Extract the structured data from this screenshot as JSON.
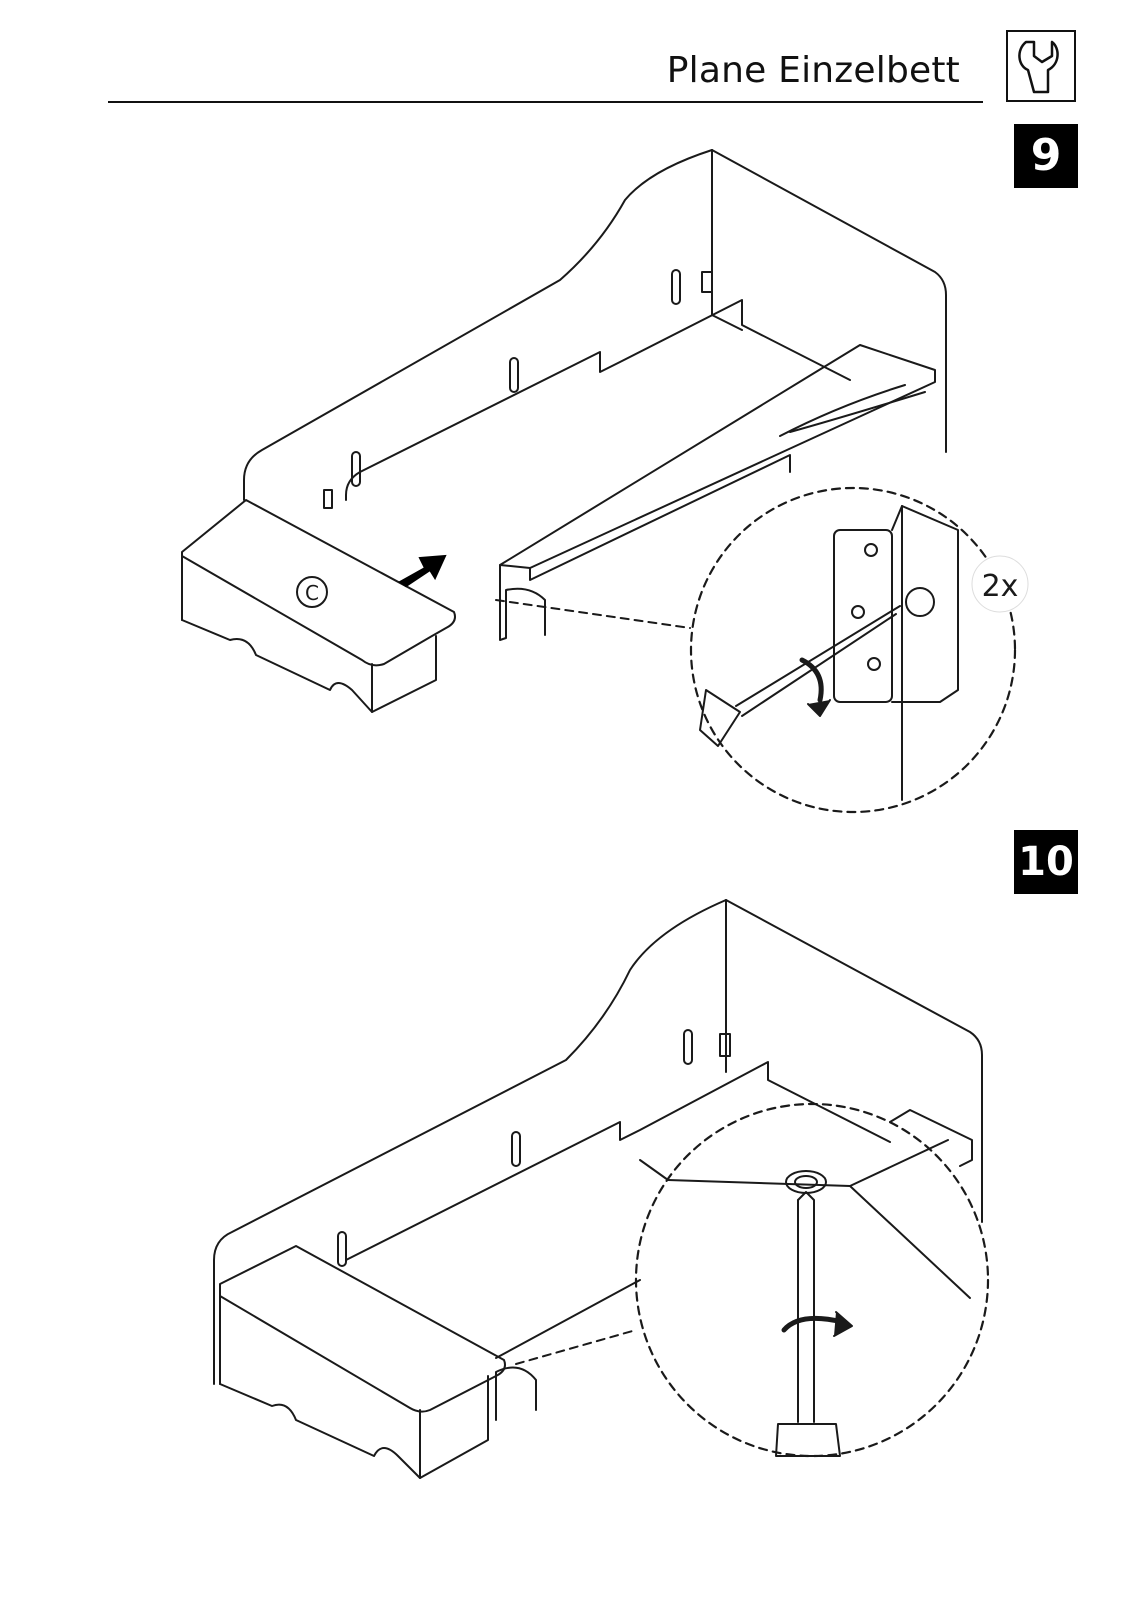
{
  "header": {
    "title": "Plane Einzelbett",
    "tool_icon": "wrench-icon"
  },
  "steps": [
    {
      "number": "9",
      "part_label": "C",
      "quantity": "2x",
      "icons": [
        "screwdriver-icon",
        "rotate-arrow-icon",
        "push-arrow-icon"
      ]
    },
    {
      "number": "10",
      "icons": [
        "screwdriver-icon",
        "rotate-arrow-icon"
      ]
    }
  ],
  "colors": {
    "line": "#1a1a1a",
    "badge_bg": "#000000",
    "badge_text": "#ffffff"
  }
}
